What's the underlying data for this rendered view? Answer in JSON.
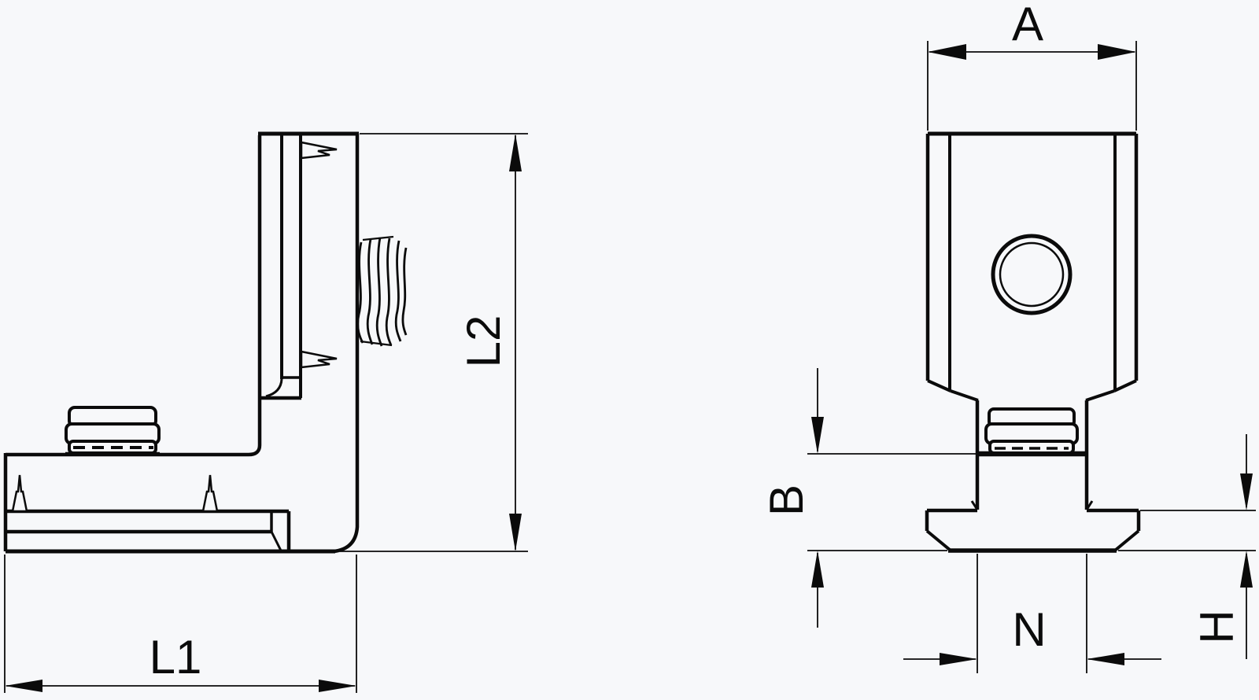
{
  "canvas": {
    "background": "#f7f8fa",
    "ink": "#0b0b0b"
  },
  "drawing": {
    "kind": "technical-dimension-drawing",
    "views": [
      {
        "id": "side-view",
        "dimension_labels": [
          "L1",
          "L2"
        ]
      },
      {
        "id": "front-view",
        "dimension_labels": [
          "A",
          "B",
          "N",
          "H"
        ]
      }
    ]
  },
  "dimension_labels": {
    "l1": "L1",
    "l2": "L2",
    "a": "A",
    "b": "B",
    "n": "N",
    "h": "H"
  }
}
